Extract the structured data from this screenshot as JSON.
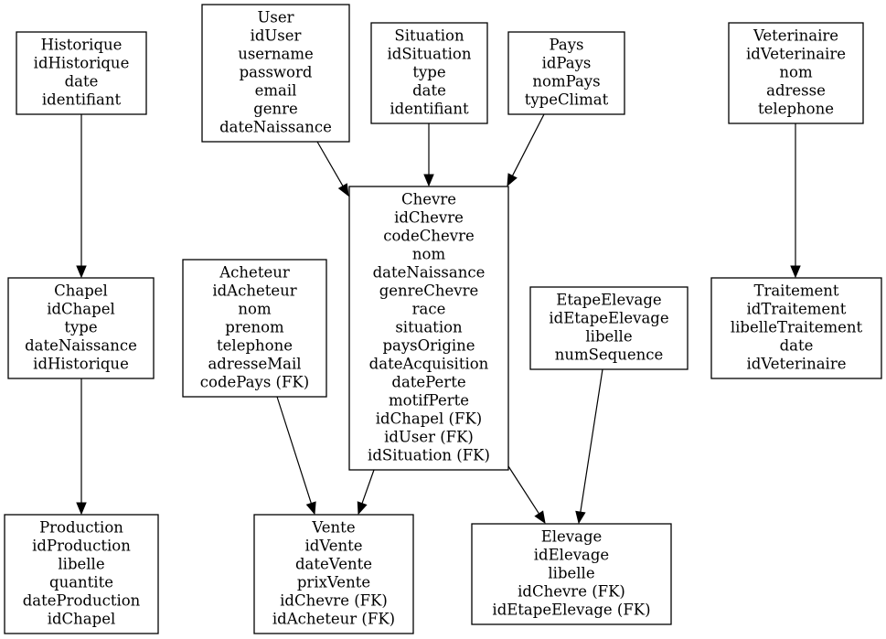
{
  "entities": [
    {
      "id": "historique",
      "lines": [
        "Historique",
        "idHistorique",
        "date",
        "identifiant"
      ]
    },
    {
      "id": "user",
      "lines": [
        "User",
        "idUser",
        "username",
        "password",
        "email",
        "genre",
        "dateNaissance"
      ]
    },
    {
      "id": "situation",
      "lines": [
        "Situation",
        "idSituation",
        "type",
        "date",
        "identifiant"
      ]
    },
    {
      "id": "pays",
      "lines": [
        "Pays",
        "idPays",
        "nomPays",
        "typeClimat"
      ]
    },
    {
      "id": "veterinaire",
      "lines": [
        "Veterinaire",
        "idVeterinaire",
        "nom",
        "adresse",
        "telephone"
      ]
    },
    {
      "id": "chevre",
      "lines": [
        "Chevre",
        "idChevre",
        "codeChevre",
        "nom",
        "dateNaissance",
        "genreChevre",
        "race",
        "situation",
        "paysOrigine",
        "dateAcquisition",
        "datePerte",
        "motifPerte",
        "idChapel (FK)",
        "idUser (FK)",
        "idSituation (FK)"
      ]
    },
    {
      "id": "chapel",
      "lines": [
        "Chapel",
        "idChapel",
        "type",
        "dateNaissance",
        "idHistorique"
      ]
    },
    {
      "id": "acheteur",
      "lines": [
        "Acheteur",
        "idAcheteur",
        "nom",
        "prenom",
        "telephone",
        "adresseMail",
        "codePays (FK)"
      ]
    },
    {
      "id": "etapeelevage",
      "lines": [
        "EtapeElevage",
        "idEtapeElevage",
        "libelle",
        "numSequence"
      ]
    },
    {
      "id": "traitement",
      "lines": [
        "Traitement",
        "idTraitement",
        "libelleTraitement",
        "date",
        "idVeterinaire"
      ]
    },
    {
      "id": "production",
      "lines": [
        "Production",
        "idProduction",
        "libelle",
        "quantite",
        "dateProduction",
        "idChapel"
      ]
    },
    {
      "id": "vente",
      "lines": [
        "Vente",
        "idVente",
        "dateVente",
        "prixVente",
        "idChevre (FK)",
        "idAcheteur (FK)"
      ]
    },
    {
      "id": "elevage",
      "lines": [
        "Elevage",
        "idElevage",
        "libelle",
        "idChevre (FK)",
        "idEtapeElevage (FK)"
      ]
    }
  ],
  "relations": [
    {
      "from": "historique",
      "to": "chapel"
    },
    {
      "from": "chapel",
      "to": "production"
    },
    {
      "from": "user",
      "to": "chevre"
    },
    {
      "from": "situation",
      "to": "chevre"
    },
    {
      "from": "pays",
      "to": "chevre"
    },
    {
      "from": "veterinaire",
      "to": "traitement"
    },
    {
      "from": "acheteur",
      "to": "vente"
    },
    {
      "from": "chevre",
      "to": "vente"
    },
    {
      "from": "chevre",
      "to": "elevage"
    },
    {
      "from": "etapeelevage",
      "to": "elevage"
    }
  ]
}
